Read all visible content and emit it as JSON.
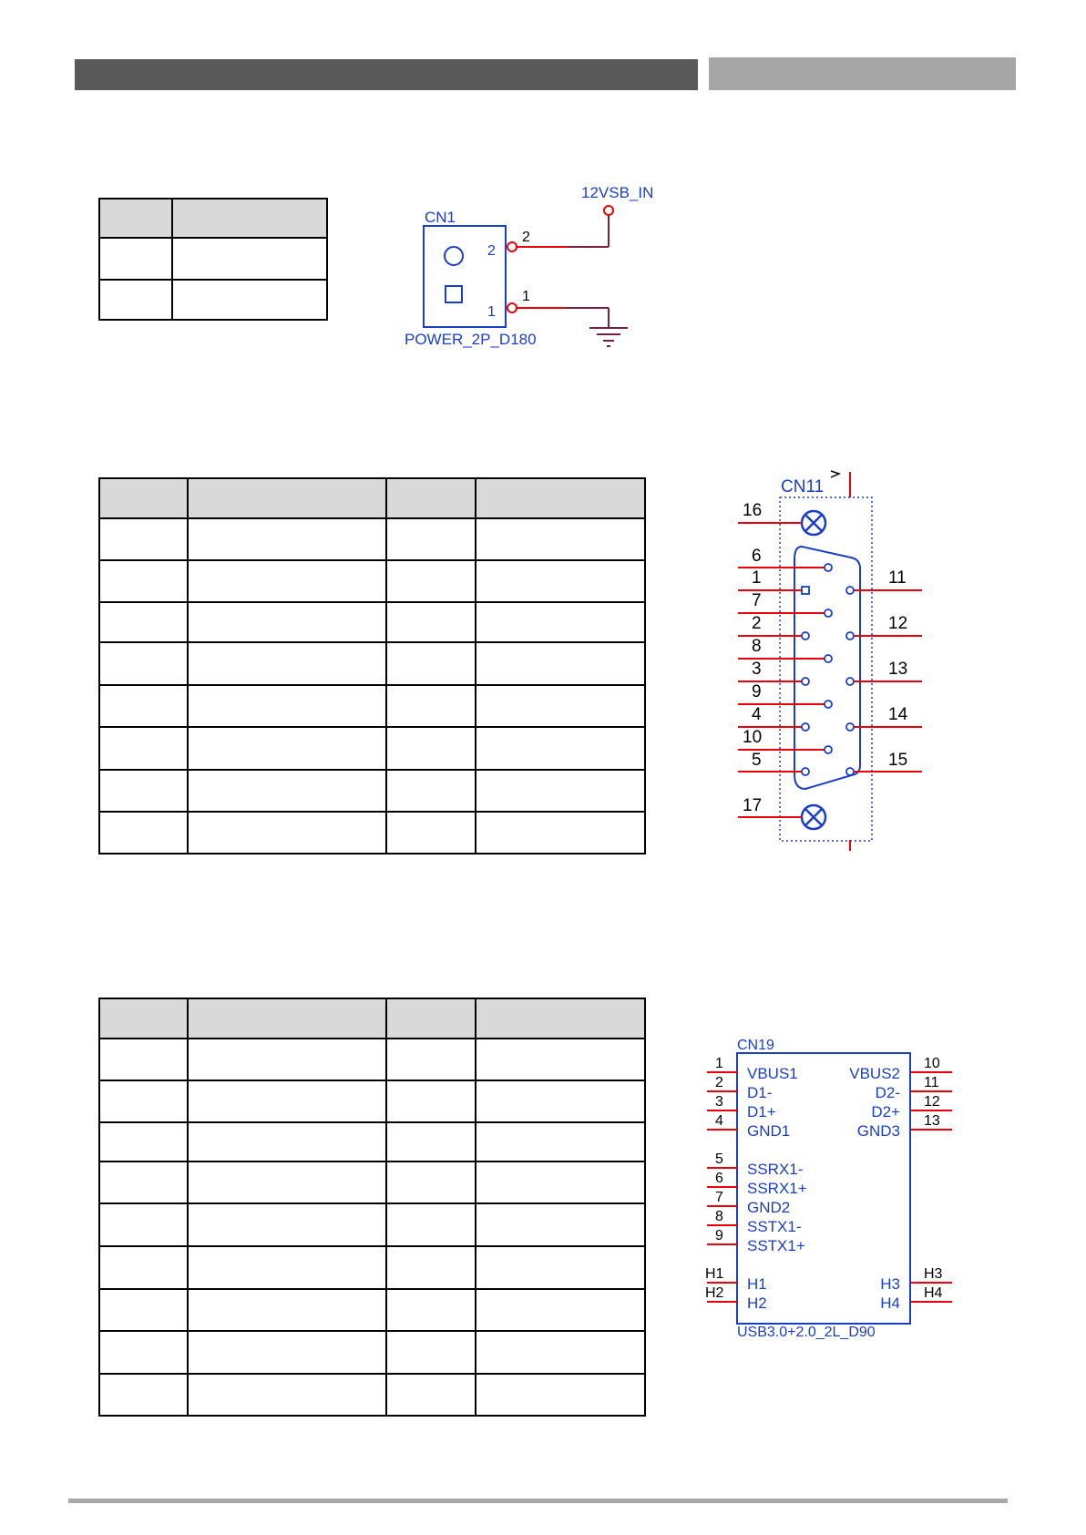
{
  "header": {
    "left_band_color": "#595959",
    "right_band_color": "#a6a6a6"
  },
  "schematic_cn1": {
    "ref": "CN1",
    "net": "12VSB_IN",
    "part": "POWER_2P_D180",
    "pin2": "2",
    "pin1": "1",
    "pin2_outside": "2",
    "pin1_outside": "1"
  },
  "schematic_cn11": {
    "ref": "CN11",
    "left_pins": [
      "16",
      "6",
      "1",
      "7",
      "2",
      "8",
      "3",
      "9",
      "4",
      "10",
      "5",
      "17"
    ],
    "right_pins": [
      "11",
      "12",
      "13",
      "14",
      "15"
    ]
  },
  "schematic_cn19": {
    "ref": "CN19",
    "part": "USB3.0+2.0_2L_D90",
    "left_pin_numbers": [
      "1",
      "2",
      "3",
      "4",
      "5",
      "6",
      "7",
      "8",
      "9"
    ],
    "left_signals": [
      "VBUS1",
      "D1-",
      "D1+",
      "GND1",
      "SSRX1-",
      "SSRX1+",
      "GND2",
      "SSTX1-",
      "SSTX1+"
    ],
    "right_pin_numbers": [
      "10",
      "11",
      "12",
      "13"
    ],
    "right_signals": [
      "VBUS2",
      "D2-",
      "D2+",
      "GND3"
    ],
    "left_holes": [
      "H1",
      "H2"
    ],
    "left_hole_outside": [
      "H1",
      "H2"
    ],
    "right_holes": [
      "H3",
      "H4"
    ],
    "right_hole_outside": [
      "H3",
      "H4"
    ]
  },
  "colors": {
    "wire_red": "#e8000b",
    "schematic_blue": "#1b3ec8",
    "wire_dark": "#7a1f3d",
    "ground": "#7a1f3d"
  }
}
